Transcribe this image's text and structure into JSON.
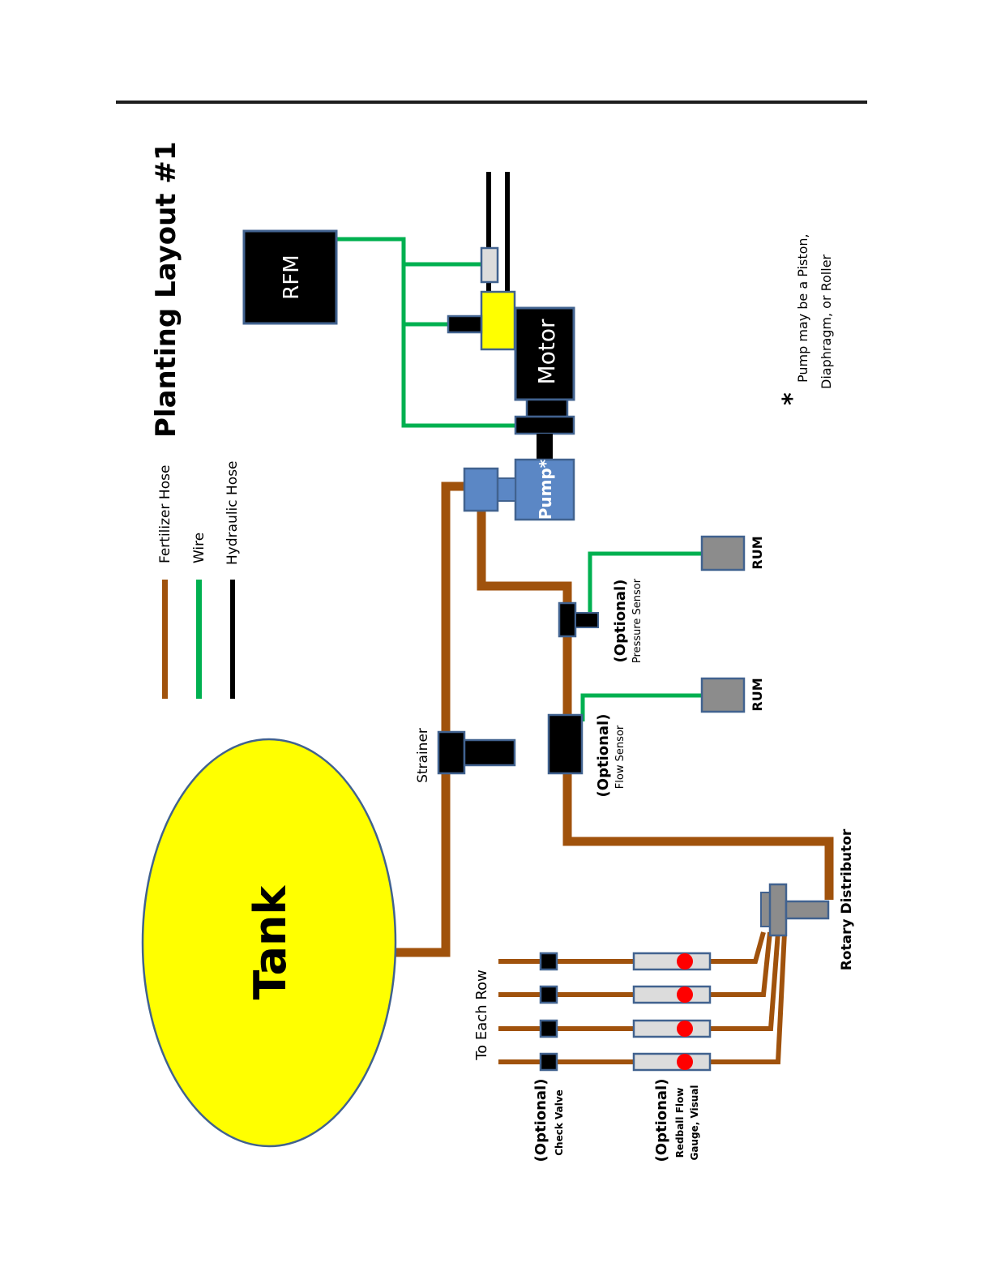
{
  "title": "Planting Layout #1",
  "legend": [
    {
      "label": "Fertilizer Hose",
      "color": "#A0520C"
    },
    {
      "label": "Wire",
      "color": "#00B050"
    },
    {
      "label": "Hydraulic Hose",
      "color": "#000000"
    }
  ],
  "colors": {
    "fertilizer_hose": "#A0520C",
    "wire": "#00B050",
    "hydraulic_hose": "#000000",
    "tank_fill": "#FFFF00",
    "pump_fill": "#5B87C5",
    "component_border": "#41628F",
    "rum_fill": "#8C8C8C",
    "gauge_fill": "#DCDCDC",
    "redball": "#FF0000"
  },
  "components": {
    "tank": "Tank",
    "rfm": "RFM",
    "motor": "Motor",
    "pump": "Pump*",
    "strainer": "Strainer",
    "rum_1": "RUM",
    "rum_2": "RUM",
    "rotary_distributor": "Rotary Distributor",
    "to_each_row": "To Each Row"
  },
  "optional_labels": {
    "pressure_sensor": {
      "tag": "(Optional)",
      "name": "Pressure Sensor"
    },
    "flow_sensor": {
      "tag": "(Optional)",
      "name": "Flow Sensor"
    },
    "check_valve": {
      "tag": "(Optional)",
      "name": "Check Valve"
    },
    "redball": {
      "tag": "(Optional)",
      "name_line1": "Redball Flow",
      "name_line2": "Gauge, Visual"
    }
  },
  "footnote": {
    "asterisk": "*",
    "line1": "Pump  may be a Piston,",
    "line2": "Diaphragm,  or Roller"
  },
  "row_count": 4
}
